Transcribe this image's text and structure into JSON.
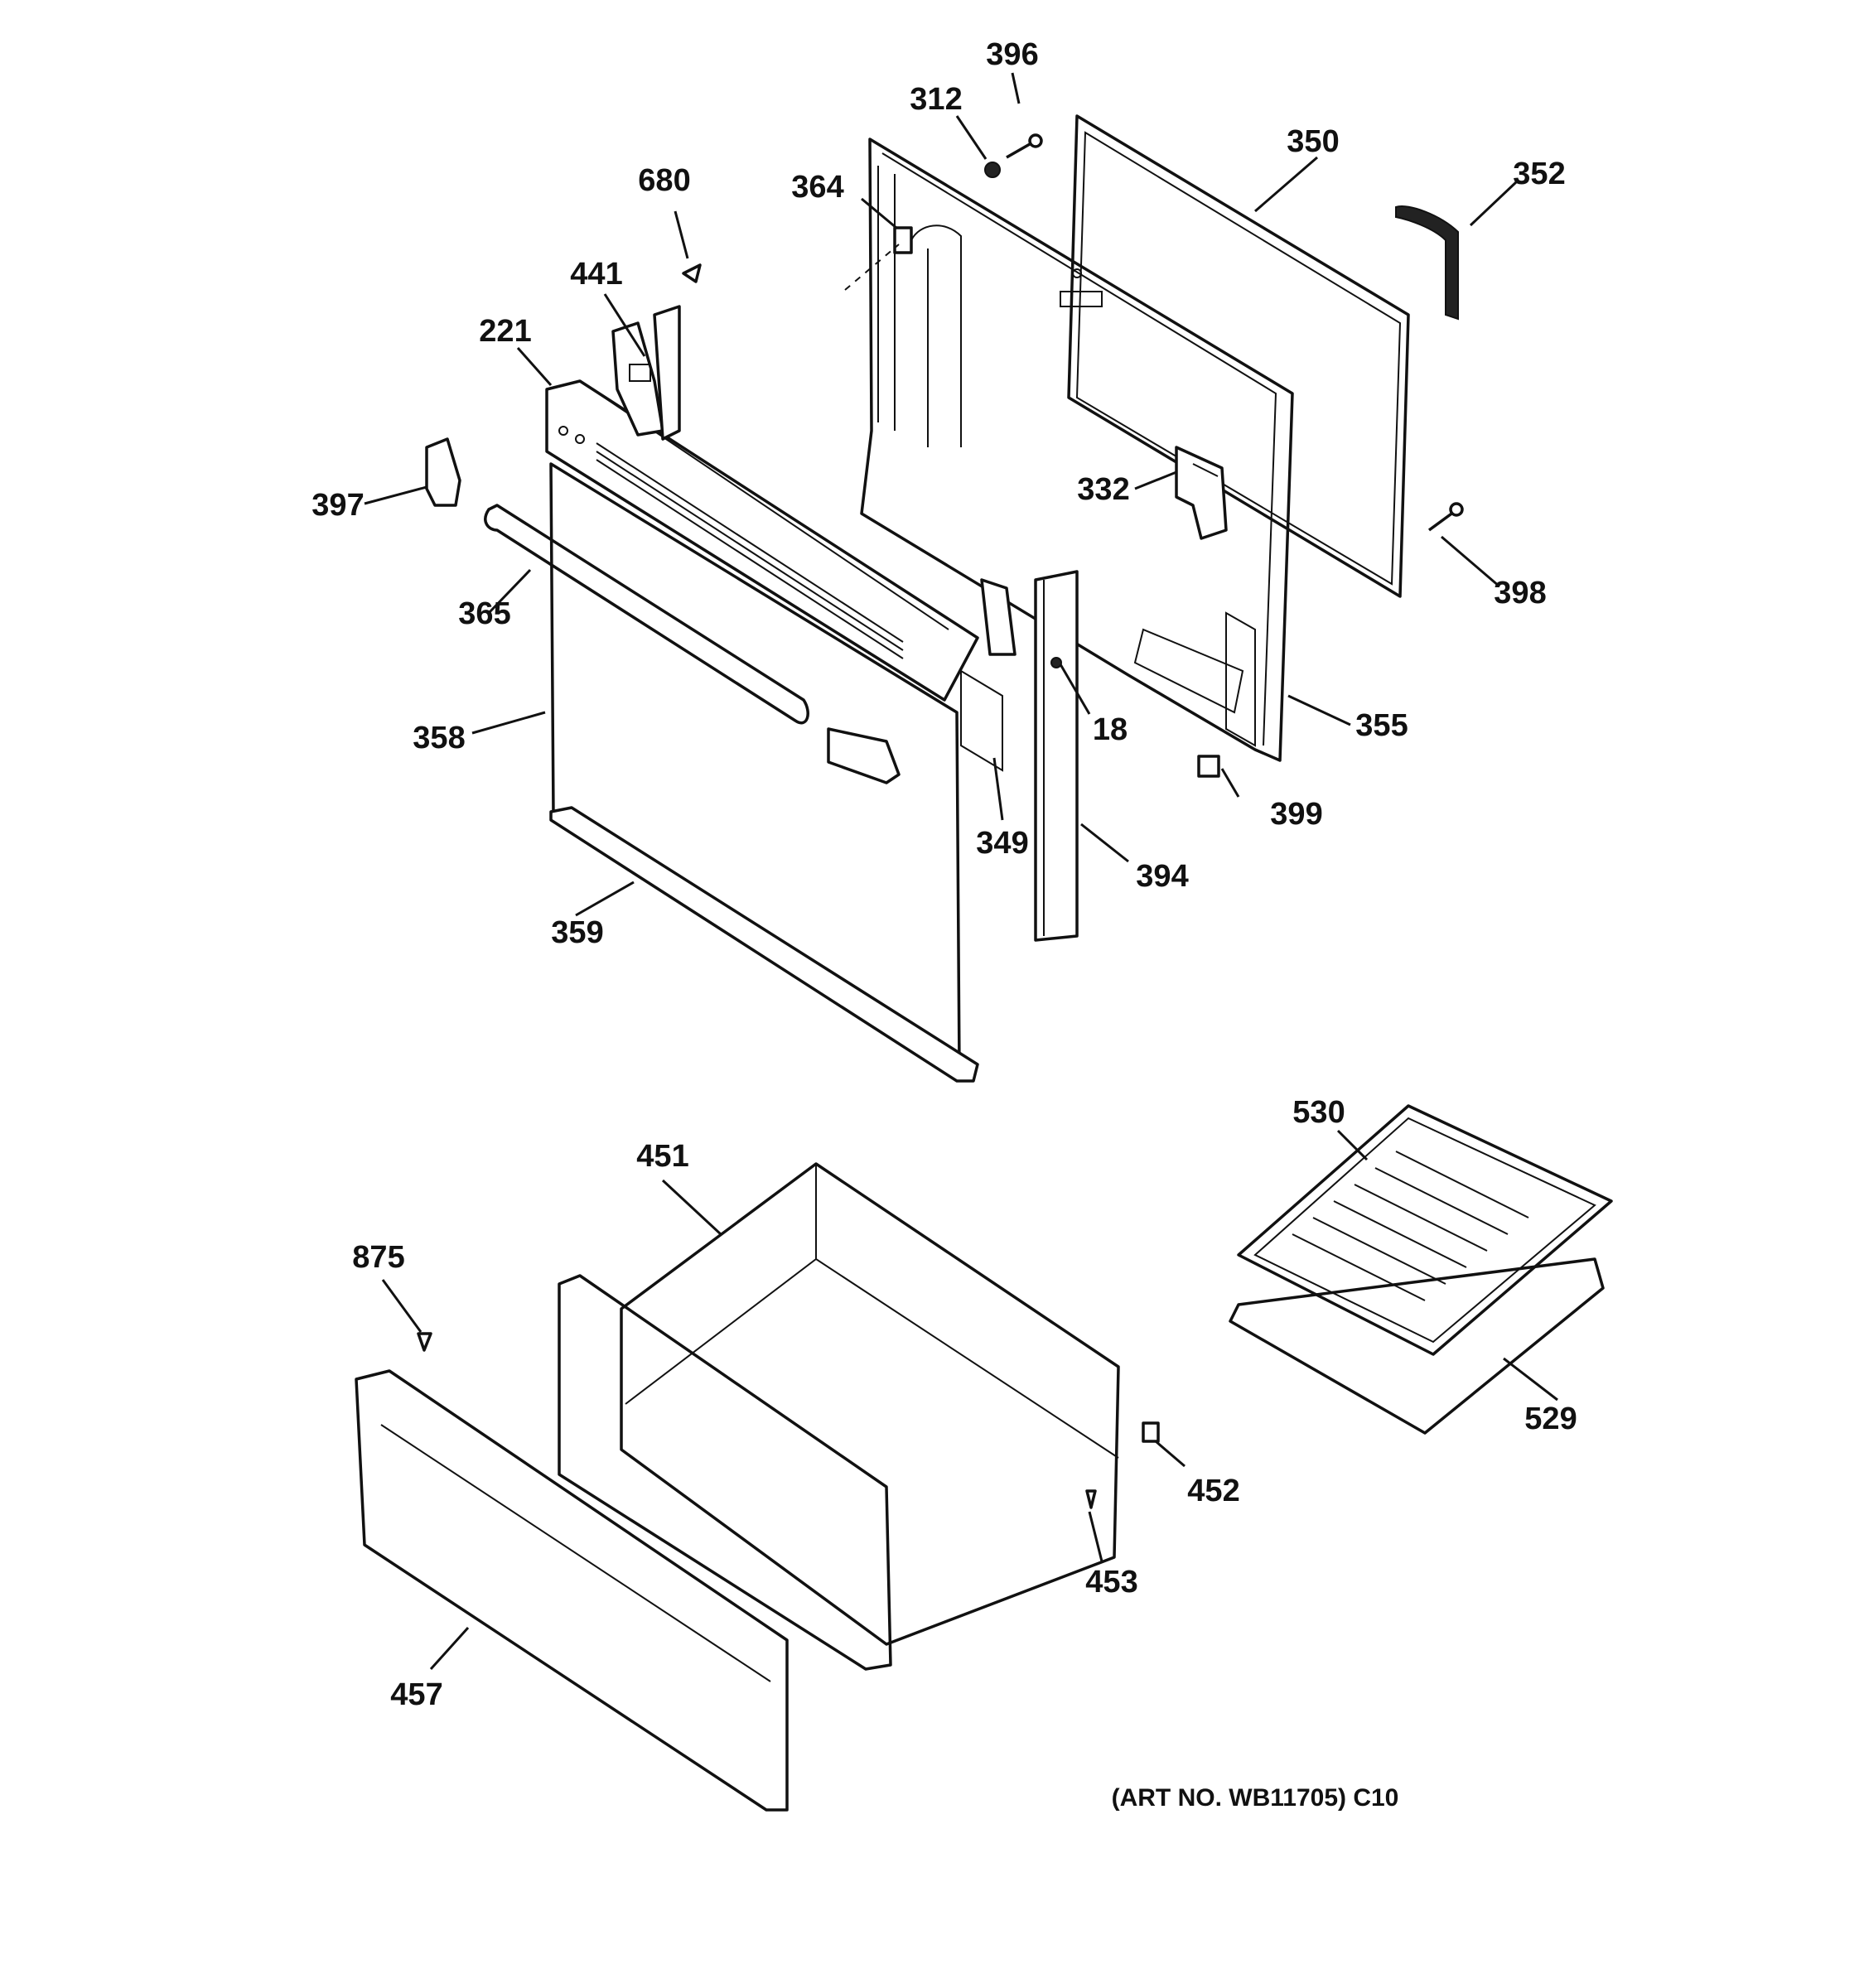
{
  "parts": [
    {
      "id": "396",
      "label": "396"
    },
    {
      "id": "312",
      "label": "312"
    },
    {
      "id": "350",
      "label": "350"
    },
    {
      "id": "352",
      "label": "352"
    },
    {
      "id": "680",
      "label": "680"
    },
    {
      "id": "364",
      "label": "364"
    },
    {
      "id": "441",
      "label": "441"
    },
    {
      "id": "221",
      "label": "221"
    },
    {
      "id": "397",
      "label": "397"
    },
    {
      "id": "332",
      "label": "332"
    },
    {
      "id": "398",
      "label": "398"
    },
    {
      "id": "365",
      "label": "365"
    },
    {
      "id": "18",
      "label": "18"
    },
    {
      "id": "355",
      "label": "355"
    },
    {
      "id": "358",
      "label": "358"
    },
    {
      "id": "399",
      "label": "399"
    },
    {
      "id": "349",
      "label": "349"
    },
    {
      "id": "394",
      "label": "394"
    },
    {
      "id": "359",
      "label": "359"
    },
    {
      "id": "530",
      "label": "530"
    },
    {
      "id": "451",
      "label": "451"
    },
    {
      "id": "875",
      "label": "875"
    },
    {
      "id": "529",
      "label": "529"
    },
    {
      "id": "452",
      "label": "452"
    },
    {
      "id": "453",
      "label": "453"
    },
    {
      "id": "457",
      "label": "457"
    }
  ],
  "art_number": "(ART NO. WB11705) C10"
}
